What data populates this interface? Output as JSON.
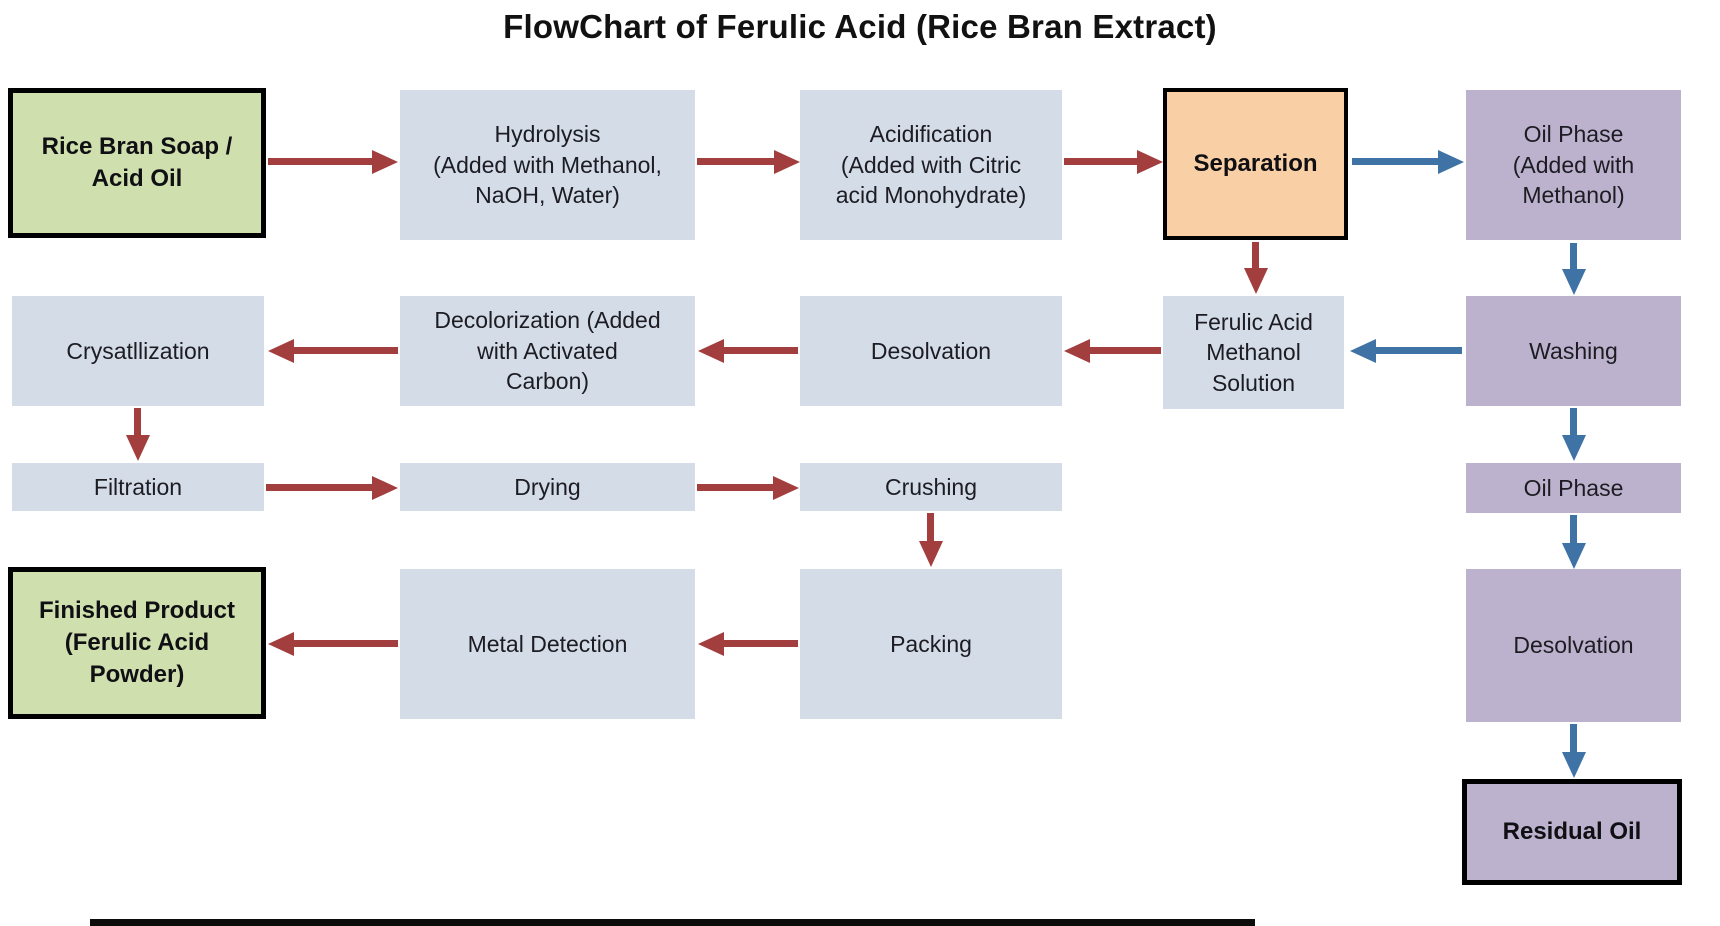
{
  "title": "FlowChart of Ferulic Acid (Rice Bran Extract)",
  "palette": {
    "green_fill": "#cfe0ae",
    "slate_fill": "#d4dce8",
    "orange_fill": "#f9d0a5",
    "purple_fill": "#bcb2ce",
    "red_arrow": "#a23e3e",
    "blue_arrow": "#3f72a5",
    "border_black": "#000000"
  },
  "nodes": {
    "rice_bran": {
      "label": "Rice Bran Soap /\nAcid Oil",
      "fill": "green",
      "emphasis": true
    },
    "hydrolysis": {
      "label": "Hydrolysis\n(Added with Methanol,\nNaOH, Water)",
      "fill": "slate",
      "emphasis": false
    },
    "acidification": {
      "label": "Acidification\n(Added with Citric\nacid Monohydrate)",
      "fill": "slate",
      "emphasis": false
    },
    "separation": {
      "label": "Separation",
      "fill": "orange",
      "emphasis": true
    },
    "oil_phase_methanol": {
      "label": "Oil Phase\n(Added with\nMethanol)",
      "fill": "purple",
      "emphasis": false
    },
    "crystallization": {
      "label": "Crysatllization",
      "fill": "slate",
      "emphasis": false
    },
    "decolorization": {
      "label": "Decolorization (Added\nwith Activated\nCarbon)",
      "fill": "slate",
      "emphasis": false
    },
    "desolvation": {
      "label": "Desolvation",
      "fill": "slate",
      "emphasis": false
    },
    "ferulic_solution": {
      "label": "Ferulic Acid\nMethanol\nSolution",
      "fill": "slate",
      "emphasis": false
    },
    "washing": {
      "label": "Washing",
      "fill": "purple",
      "emphasis": false
    },
    "filtration": {
      "label": "Filtration",
      "fill": "slate",
      "emphasis": false
    },
    "drying": {
      "label": "Drying",
      "fill": "slate",
      "emphasis": false
    },
    "crushing": {
      "label": "Crushing",
      "fill": "slate",
      "emphasis": false
    },
    "oil_phase_2": {
      "label": "Oil Phase",
      "fill": "purple",
      "emphasis": false
    },
    "finished_product": {
      "label": "Finished Product\n(Ferulic Acid\nPowder)",
      "fill": "green",
      "emphasis": true
    },
    "metal_detection": {
      "label": "Metal Detection",
      "fill": "slate",
      "emphasis": false
    },
    "packing": {
      "label": "Packing",
      "fill": "slate",
      "emphasis": false
    },
    "desolvation_oil": {
      "label": "Desolvation",
      "fill": "purple",
      "emphasis": false
    },
    "residual_oil": {
      "label": "Residual Oil",
      "fill": "purple",
      "emphasis": true
    }
  },
  "edges": [
    {
      "from": "rice_bran",
      "to": "hydrolysis",
      "color": "red"
    },
    {
      "from": "hydrolysis",
      "to": "acidification",
      "color": "red"
    },
    {
      "from": "acidification",
      "to": "separation",
      "color": "red"
    },
    {
      "from": "separation",
      "to": "oil_phase_methanol",
      "color": "blue"
    },
    {
      "from": "separation",
      "to": "ferulic_solution",
      "color": "red"
    },
    {
      "from": "oil_phase_methanol",
      "to": "washing",
      "color": "blue"
    },
    {
      "from": "washing",
      "to": "ferulic_solution",
      "color": "blue"
    },
    {
      "from": "ferulic_solution",
      "to": "desolvation",
      "color": "red"
    },
    {
      "from": "desolvation",
      "to": "decolorization",
      "color": "red"
    },
    {
      "from": "decolorization",
      "to": "crystallization",
      "color": "red"
    },
    {
      "from": "crystallization",
      "to": "filtration",
      "color": "red"
    },
    {
      "from": "filtration",
      "to": "drying",
      "color": "red"
    },
    {
      "from": "drying",
      "to": "crushing",
      "color": "red"
    },
    {
      "from": "crushing",
      "to": "packing",
      "color": "red"
    },
    {
      "from": "packing",
      "to": "metal_detection",
      "color": "red"
    },
    {
      "from": "metal_detection",
      "to": "finished_product",
      "color": "red"
    },
    {
      "from": "washing",
      "to": "oil_phase_2",
      "color": "blue"
    },
    {
      "from": "oil_phase_2",
      "to": "desolvation_oil",
      "color": "blue"
    },
    {
      "from": "desolvation_oil",
      "to": "residual_oil",
      "color": "blue"
    }
  ]
}
